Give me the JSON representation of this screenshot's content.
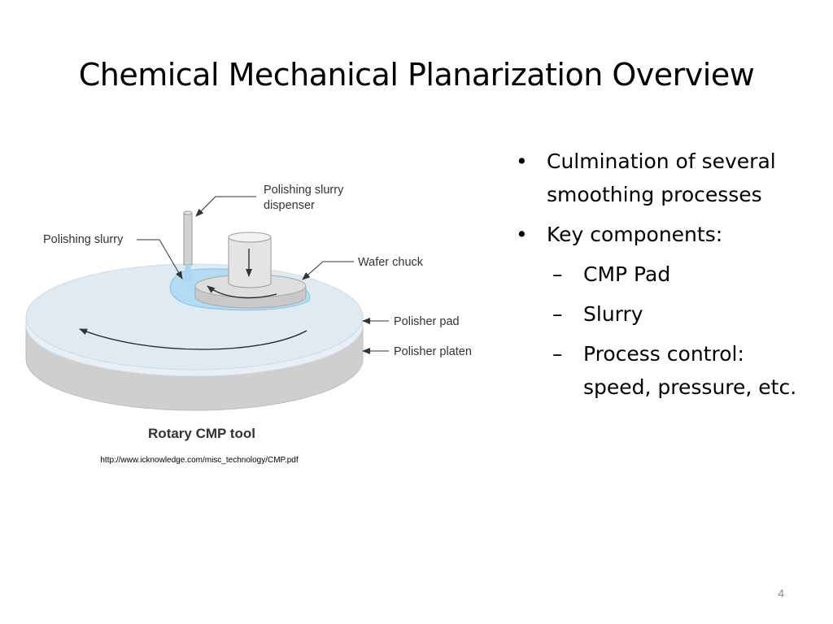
{
  "slide": {
    "title": "Chemical Mechanical Planarization Overview",
    "page_number": "4"
  },
  "figure": {
    "labels": {
      "slurry_dispenser_line1": "Polishing slurry",
      "slurry_dispenser_line2": "dispenser",
      "polishing_slurry": "Polishing slurry",
      "wafer_chuck": "Wafer chuck",
      "polisher_pad": "Polisher pad",
      "polisher_platen": "Polisher platen"
    },
    "caption": "Rotary CMP tool",
    "source_url": "http://www.icknowledge.com/misc_technology/CMP.pdf",
    "colors": {
      "pad": "#dfe9f1",
      "platen": "#cccccc",
      "slurry": "#aed7f0",
      "chuck": "#d6d6d6"
    }
  },
  "bullets": {
    "marker": "•",
    "sub_marker": "–",
    "item1": "Culmination of several smoothing processes",
    "item2": "Key components:",
    "sub1": "CMP Pad",
    "sub2": "Slurry",
    "sub3": "Process control: speed, pressure, etc."
  }
}
